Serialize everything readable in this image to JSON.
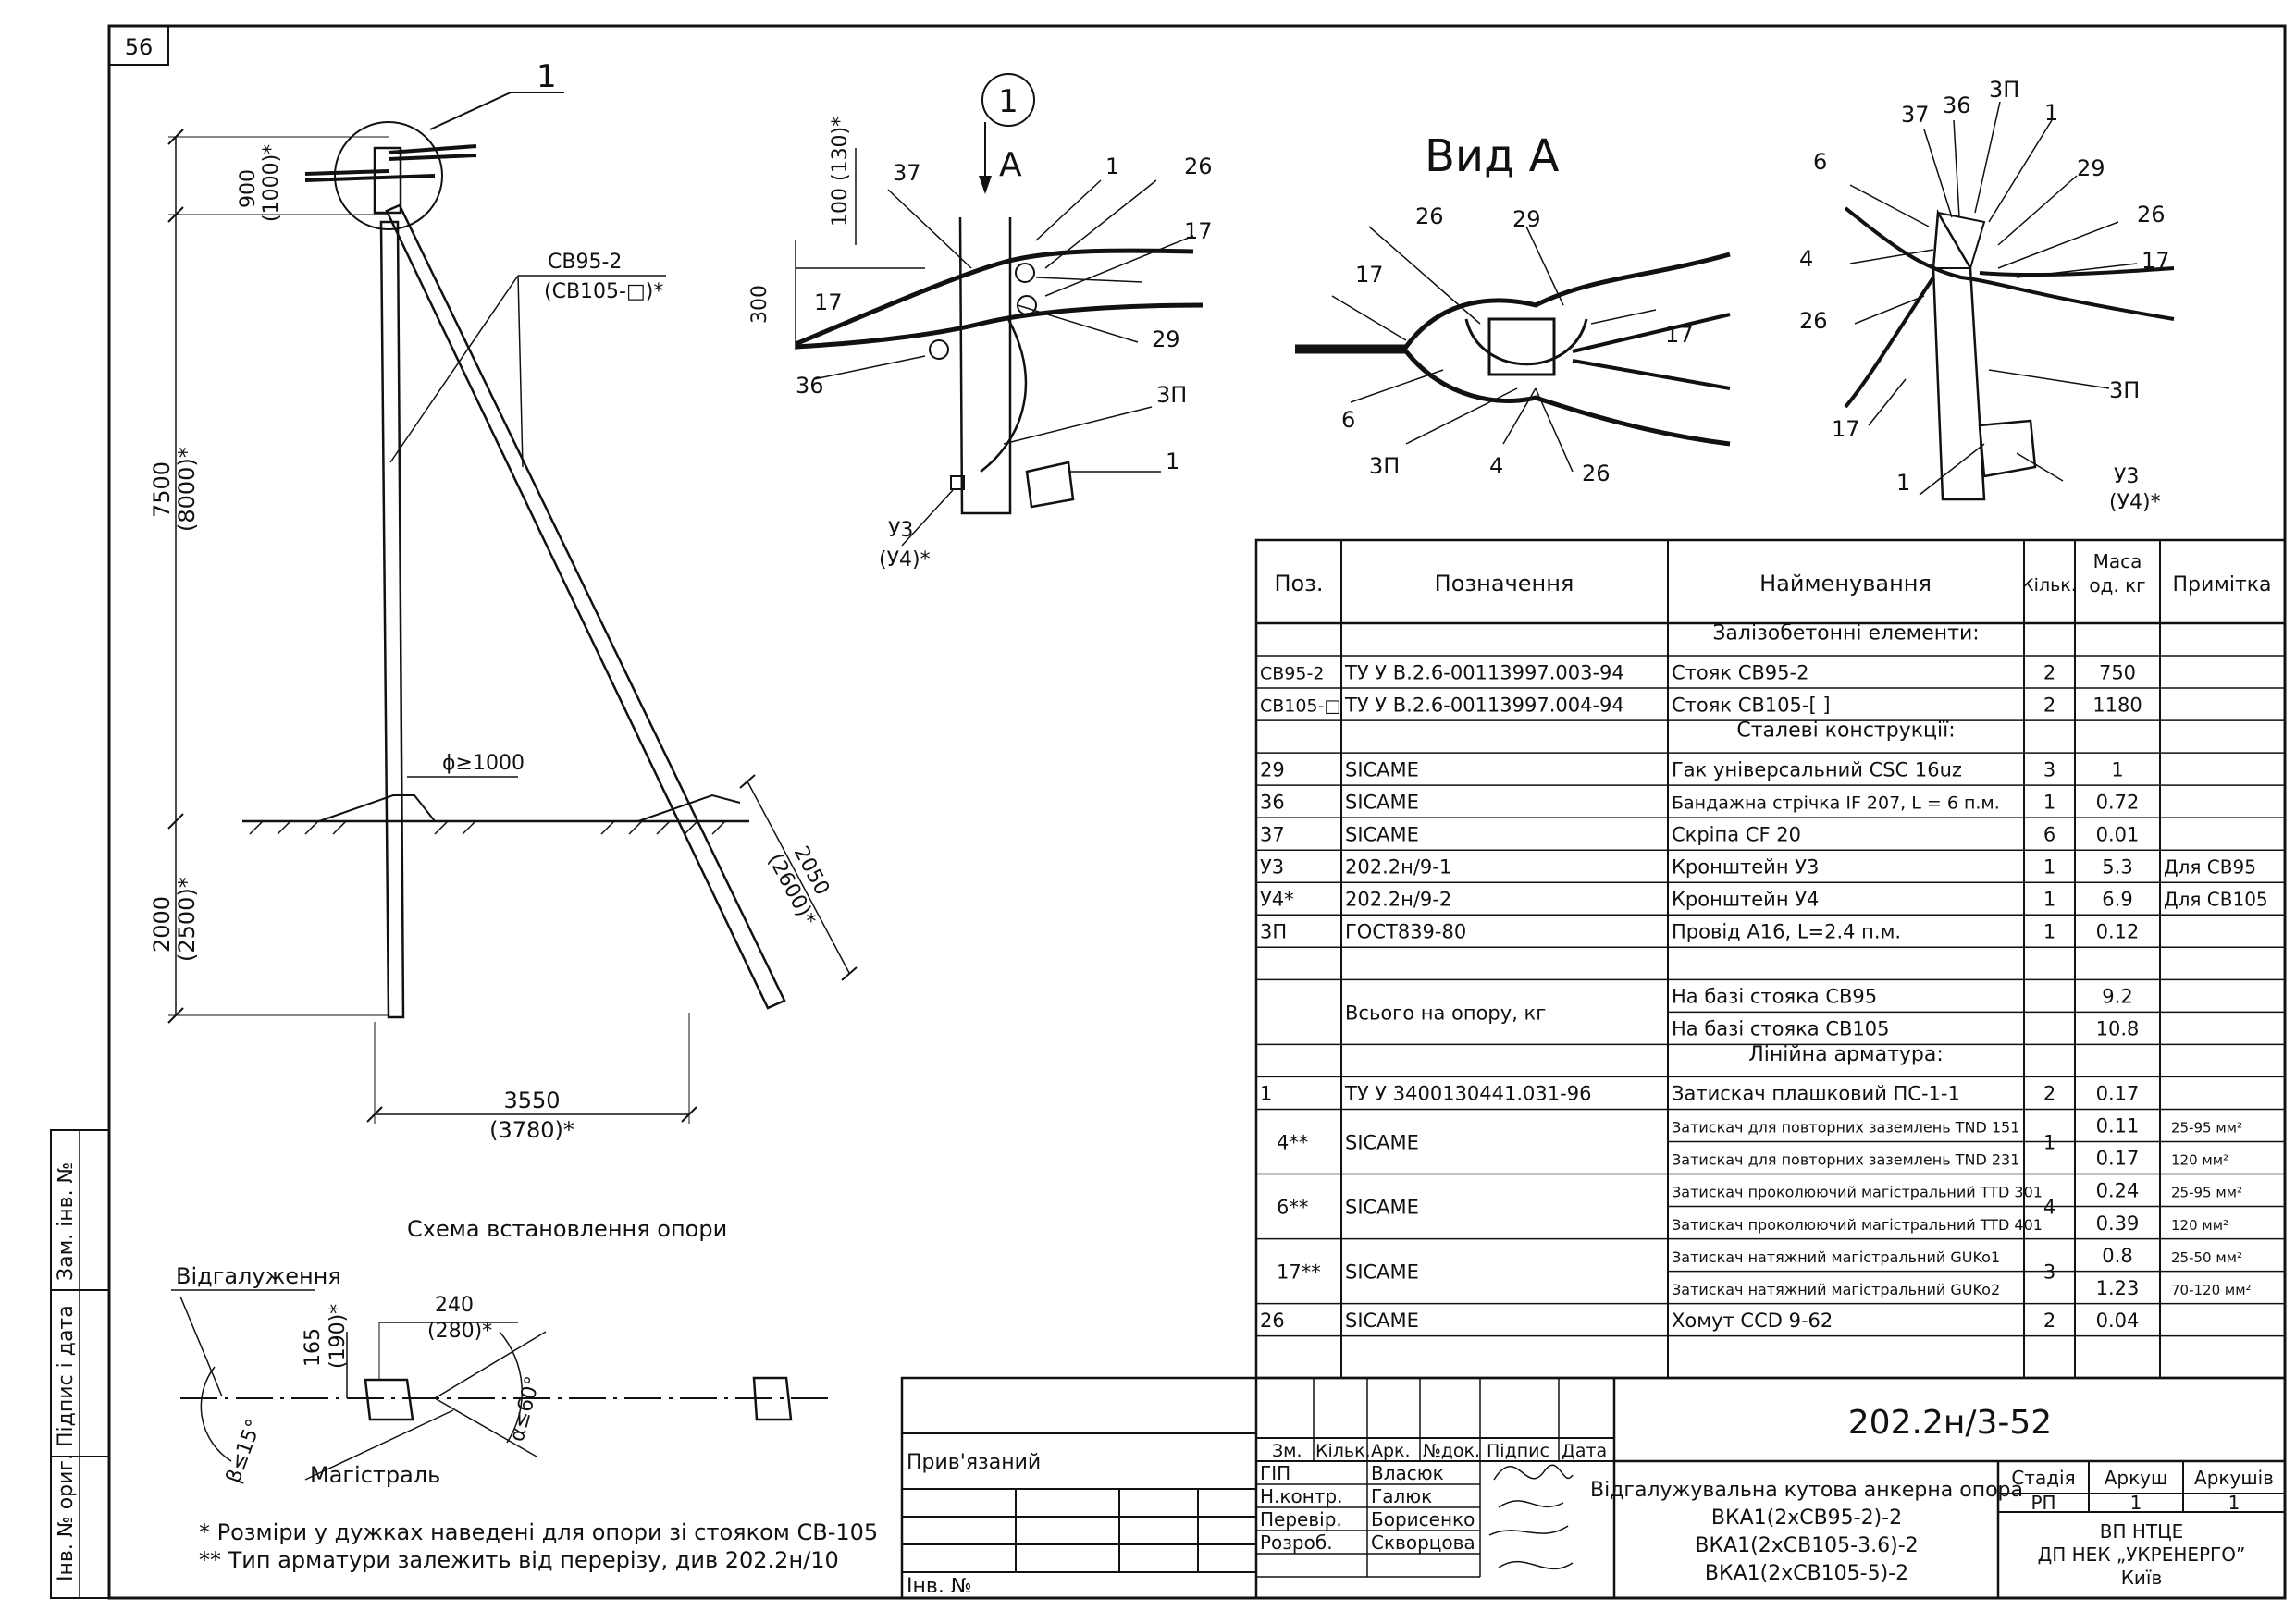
{
  "sheet": {
    "page_number": "56",
    "code": "202.2н/3-52",
    "title_lines": [
      "Відгалужувальна кутова анкерна опора",
      "ВКА1(2хСВ95-2)-2",
      "ВКА1(2хСВ105-3.6)-2",
      "ВКА1(2хСВ105-5)-2"
    ],
    "org_lines": [
      "ВП НТЦЕ",
      "ДП НЕК „УКРЕНЕРГО”",
      "Київ"
    ],
    "stage_headers": [
      "Стадія",
      "Аркуш",
      "Аркушів"
    ],
    "stage_values": [
      "РП",
      "1",
      "1"
    ],
    "sign_headers": [
      "Зм.",
      "Кільк.",
      "Арк.",
      "№док.",
      "Підпис",
      "Дата"
    ],
    "signatures": [
      {
        "role": "ГІП",
        "name": "Власюк"
      },
      {
        "role": "Н.контр.",
        "name": "Галюк"
      },
      {
        "role": "Перевір.",
        "name": "Борисенко"
      },
      {
        "role": "Розроб.",
        "name": "Скворцова"
      }
    ],
    "prybyazany": "Прив'язаний",
    "inv_no": "Інв. №",
    "side_stamp": [
      "Інв. № ориг.",
      "Підпис і дата",
      "Зам. інв. №"
    ]
  },
  "drawing": {
    "callout_main": "1",
    "callout_detail": "1",
    "view_arrow": "А",
    "view_title": "Вид А",
    "dims": {
      "top_a": "900",
      "top_b": "(1000)*",
      "mid_a": "7500",
      "mid_b": "(8000)*",
      "low_a": "2000",
      "low_b": "(2500)*",
      "strut_a": "2050",
      "strut_b": "(2600)*",
      "base_a": "3550",
      "base_b": "(3780)*",
      "diam": "ϕ≥1000",
      "pole1": "СВ95-2",
      "pole2": "(СВ105-□)*",
      "det_a": "100 (130)*",
      "det_b": "300"
    },
    "detail_labels": [
      "37",
      "1",
      "26",
      "17",
      "17",
      "29",
      "36",
      "3П",
      "1",
      "У3",
      "(У4)*"
    ],
    "viewa_labels": [
      "26",
      "29",
      "17",
      "17",
      "6",
      "3П",
      "4",
      "26"
    ],
    "iso_labels": [
      "37",
      "36",
      "3П",
      "1",
      "6",
      "29",
      "26",
      "4",
      "17",
      "26",
      "3П",
      "17",
      "1",
      "У3",
      "(У4)*"
    ],
    "scheme_title": "Схема встановлення опори",
    "branch": "Відгалуження",
    "main_line": "Магістраль",
    "s_dim_a": "240",
    "s_dim_b": "(280)*",
    "s_dim_c": "165",
    "s_dim_d": "(190)*",
    "alpha": "α≤60°",
    "beta": "β≤15°",
    "note1": "* Розміри у дужках наведені для опори зі стояком СВ-105",
    "note2": "** Тип арматури залежить від перерізу, див 202.2н/10"
  },
  "spec": {
    "headers": [
      "Поз.",
      "Позначення",
      "Найменування",
      "Кільк.",
      "Маса од. кг",
      "Примітка"
    ],
    "rows": [
      {
        "type": "section",
        "name": "Залізобетонні елементи:"
      },
      {
        "pos": "СВ95-2",
        "des": "ТУ У В.2.6-00113997.003-94",
        "name": "Стояк СВ95-2",
        "qty": "2",
        "mass": "750",
        "note": ""
      },
      {
        "pos": "СВ105-□",
        "des": "ТУ У В.2.6-00113997.004-94",
        "name": "Стояк СВ105-[    ]",
        "qty": "2",
        "mass": "1180",
        "note": ""
      },
      {
        "type": "section",
        "name": "Сталеві конструкції:"
      },
      {
        "pos": "29",
        "des": "SICAME",
        "name": "Гак універсальний CSC 16uz",
        "qty": "3",
        "mass": "1",
        "note": ""
      },
      {
        "pos": "36",
        "des": "SICAME",
        "name": "Бандажна стрічка IF 207, L = 6 п.м.",
        "qty": "1",
        "mass": "0.72",
        "note": ""
      },
      {
        "pos": "37",
        "des": "SICAME",
        "name": "Скріпа CF 20",
        "qty": "6",
        "mass": "0.01",
        "note": ""
      },
      {
        "pos": "У3",
        "des": "202.2н/9-1",
        "name": "Кронштейн У3",
        "qty": "1",
        "mass": "5.3",
        "note": "Для СВ95"
      },
      {
        "pos": "У4*",
        "des": "202.2н/9-2",
        "name": "Кронштейн У4",
        "qty": "1",
        "mass": "6.9",
        "note": "Для СВ105"
      },
      {
        "pos": "3П",
        "des": "ГОСТ839-80",
        "name": "Провід А16, L=2.4 п.м.",
        "qty": "1",
        "mass": "0.12",
        "note": ""
      }
    ],
    "total_label": "Всього на опору, кг",
    "total_rows": [
      {
        "name": "На базі стояка СВ95",
        "mass": "9.2"
      },
      {
        "name": "На базі стояка СВ105",
        "mass": "10.8"
      }
    ],
    "line_section": "Лінійна арматура:",
    "line_rows": [
      {
        "pos": "1",
        "des": "ТУ У 3400130441.031-96",
        "name": "Затискач плашковий ПС-1-1",
        "qty": "2",
        "mass": "0.17",
        "note": ""
      }
    ],
    "group_rows": [
      {
        "pos": "4**",
        "des": "SICAME",
        "qty": "1",
        "items": [
          {
            "name": "Затискач для повторних заземлень TND 151",
            "mass": "0.11",
            "note": "25-95 мм²"
          },
          {
            "name": "Затискач для повторних заземлень TND 231",
            "mass": "0.17",
            "note": "120 мм²"
          }
        ]
      },
      {
        "pos": "6**",
        "des": "SICAME",
        "qty": "4",
        "items": [
          {
            "name": "Затискач проколюючий магістральний TTD 301",
            "mass": "0.24",
            "note": "25-95 мм²"
          },
          {
            "name": "Затискач проколюючий магістральний TTD 401",
            "mass": "0.39",
            "note": "120 мм²"
          }
        ]
      },
      {
        "pos": "17**",
        "des": "SICAME",
        "qty": "3",
        "items": [
          {
            "name": "Затискач натяжний магістральний GUKo1",
            "mass": "0.8",
            "note": "25-50 мм²"
          },
          {
            "name": "Затискач натяжний магістральний GUKo2",
            "mass": "1.23",
            "note": "70-120 мм²"
          }
        ]
      }
    ],
    "last_row": {
      "pos": "26",
      "des": "SICAME",
      "name": "Хомут CCD 9-62",
      "qty": "2",
      "mass": "0.04",
      "note": ""
    }
  }
}
